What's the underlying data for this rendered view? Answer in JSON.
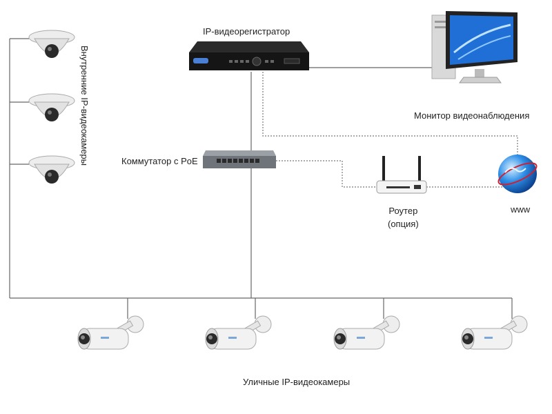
{
  "labels": {
    "nvr": "IP-видеорегистратор",
    "monitor": "Монитор видеонаблюдения",
    "switch": "Коммутатор с PoE",
    "router_line1": "Роутер",
    "router_line2": "(опция)",
    "internet": "www",
    "indoor_cameras": "Внутренние IP-видеокамеры",
    "outdoor_cameras": "Уличные IP-видеокамеры"
  },
  "colors": {
    "wire": "#666666",
    "nvr_body": "#1c1c1c",
    "switch_body": "#7a7f85",
    "monitor_screen": "#1f6fd6",
    "globe": "#2f8fe8"
  },
  "icons": {
    "nvr": "nvr-icon",
    "monitor": "monitor-icon",
    "switch": "switch-icon",
    "router": "router-icon",
    "internet": "globe-icon",
    "dome_camera": "dome-camera-icon",
    "bullet_camera": "bullet-camera-icon"
  }
}
